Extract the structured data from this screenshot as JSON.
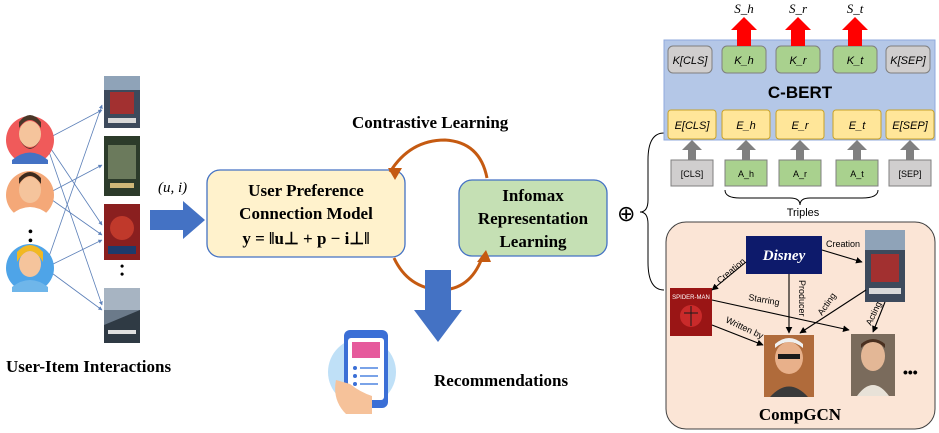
{
  "left": {
    "caption": "User-Item Interactions",
    "pair_label": "(u, i)",
    "dots": "•\n•\n•"
  },
  "center": {
    "title": "Contrastive Learning",
    "upcm": {
      "line1": "User Preference",
      "line2": "Connection Model",
      "line3": "y = ‖u⊥ + p − i⊥‖"
    },
    "infomax": {
      "line1": "Infomax",
      "line2": "Representation",
      "line3": "Learning"
    },
    "recommendations": "Recommendations"
  },
  "cbert": {
    "name": "C-BERT",
    "scores": [
      "S_h",
      "S_r",
      "S_t"
    ],
    "top_tokens": [
      "K[CLS]",
      "K_h",
      "K_r",
      "K_t",
      "K[SEP]"
    ],
    "embeddings": [
      "E[CLS]",
      "E_h",
      "E_r",
      "E_t",
      "E[SEP]"
    ],
    "inputs": [
      "[CLS]",
      "A_h",
      "A_r",
      "A_t",
      "[SEP]"
    ],
    "triples_label": "Triples",
    "plus_symbol": "⊕"
  },
  "compgcn": {
    "name": "CompGCN",
    "hub": "Disney",
    "edges": [
      "Creation",
      "Creation",
      "Producer",
      "Acting",
      "Starring",
      "Written by",
      "Acting"
    ],
    "spider_caption": "SPIDER-MAN",
    "ellipsis": "•••"
  },
  "colors": {
    "cbert_bg": "#b4c7e7",
    "grey_box": "#d0cece",
    "green_box": "#a9d18e",
    "yellow_box": "#ffe699",
    "upcm_fill": "#fff2cc",
    "infomax_fill": "#c5e0b4",
    "compgcn_bg": "#f8cbad",
    "arrow_blue": "#4472c4",
    "arrow_orange": "#c55a11",
    "score_red": "#ff0000"
  }
}
